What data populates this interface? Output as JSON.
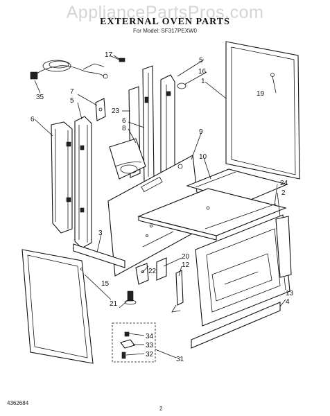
{
  "watermark": "AppliancePartsPros.com",
  "title": "EXTERNAL OVEN PARTS",
  "subtitle": "For Model: SF317PEXW0",
  "footer": {
    "code": "4362684",
    "page": "2"
  },
  "callouts": {
    "c1": "1",
    "c2": "2",
    "c3": "3",
    "c4": "4",
    "c5a": "5",
    "c5b": "5",
    "c6a": "6",
    "c6b": "6",
    "c7": "7",
    "c8": "8",
    "c9": "9",
    "c10": "10",
    "c12": "12",
    "c13": "13",
    "c15": "15",
    "c16": "16",
    "c17": "17",
    "c19": "19",
    "c20": "20",
    "c21": "21",
    "c22": "22",
    "c23": "23",
    "c24": "24",
    "c31": "31",
    "c32": "32",
    "c33": "33",
    "c34": "34",
    "c35": "35"
  }
}
